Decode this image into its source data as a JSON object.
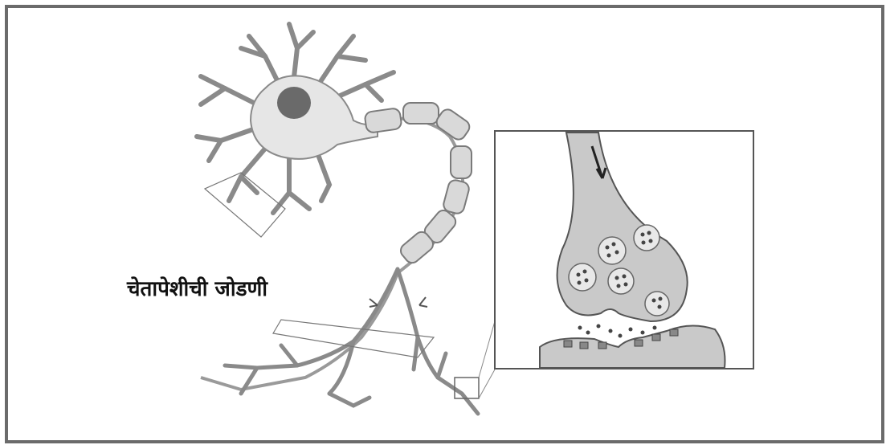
{
  "caption": "चेतापेशीची जोडणी",
  "colors": {
    "frame": "#6b6b6b",
    "cell_fill": "#e6e6e6",
    "outline": "#7a7a7a",
    "nucleus": "#6a6a6a",
    "myelin": "#d9d9d9",
    "inset_terminal": "#c9c9c9",
    "vesicle_dot": "#444444"
  },
  "icons": {
    "neuron": "neuron-cell-illustration",
    "synapse": "synapse-inset-illustration",
    "arrow": "direction-arrow-icon"
  }
}
